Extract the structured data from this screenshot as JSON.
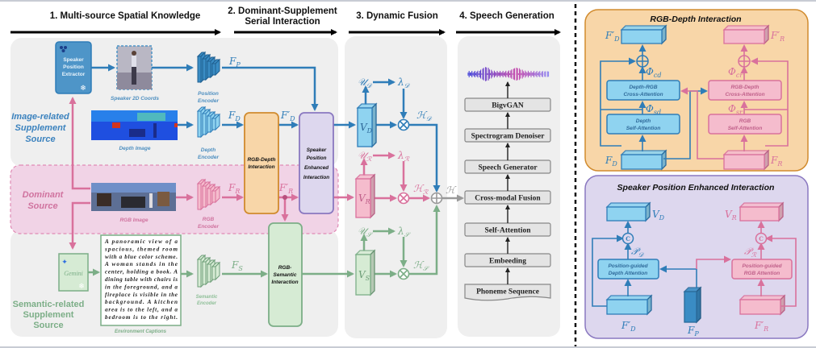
{
  "stages": {
    "s1": "1. Multi-source Spatial Knowledge",
    "s2_line1": "2. Dominant-Supplement",
    "s2_line2": "Serial Interaction",
    "s3": "3. Dynamic Fusion",
    "s4": "4. Speech Generation"
  },
  "sources": {
    "image_l1": "Image-related",
    "image_l2": "Supplement",
    "image_l3": "Source",
    "dominant_l1": "Dominant",
    "dominant_l2": "Source",
    "semantic_l1": "Semantic-related",
    "semantic_l2": "Supplement",
    "semantic_l3": "Source"
  },
  "inputs": {
    "extractor_l1": "Speaker",
    "extractor_l2": "Position",
    "extractor_l3": "Extractor",
    "speaker_coords": "Speaker 2D Coords",
    "depth_image": "Depth Image",
    "rgb_image": "RGB Image",
    "gemini": "Gemini",
    "env_captions": "Environment Captions",
    "caption_lines": [
      "A panoramic view of a",
      "spacious, themed room",
      "with a blue color scheme.",
      "A woman stands in the",
      "center, holding a book. A",
      "dining table with chairs is",
      "in the foreground, and a",
      "fireplace is visible in the",
      "background. A kitchen",
      "area is to the left, and a",
      "bedroom is to the right."
    ]
  },
  "encoders": {
    "position_l1": "Position",
    "position_l2": "Encoder",
    "depth_l1": "Depth",
    "depth_l2": "Encoder",
    "rgb_l1": "RGB",
    "rgb_l2": "Encoder",
    "semantic_l1": "Semantic",
    "semantic_l2": "Encoder"
  },
  "interactions": {
    "rgb_depth_l1": "RGB-Depth",
    "rgb_depth_l2": "Interaction",
    "spe_l1": "Speaker",
    "spe_l2": "Position",
    "spe_l3": "Enhanced",
    "spe_l4": "Interaction",
    "rgb_sem_l1": "RGB-",
    "rgb_sem_l2": "Semantic",
    "rgb_sem_l3": "Interaction"
  },
  "labels": {
    "FP": {
      "base": "F",
      "sub": "P"
    },
    "FD": {
      "base": "F",
      "sub": "D"
    },
    "FDp": {
      "base": "F′",
      "sub": "D"
    },
    "FR": {
      "base": "F",
      "sub": "R"
    },
    "FRp": {
      "base": "F′",
      "sub": "R"
    },
    "FS": {
      "base": "F",
      "sub": "S"
    },
    "VD": {
      "base": "V",
      "sub": "D"
    },
    "VR": {
      "base": "V",
      "sub": "R"
    },
    "VS": {
      "base": "V",
      "sub": "S"
    },
    "UD": {
      "base": "𝒰",
      "sub": "𝒟"
    },
    "UR": {
      "base": "𝒰",
      "sub": "ℛ"
    },
    "US": {
      "base": "𝒰",
      "sub": "𝒮"
    },
    "LD": {
      "base": "λ",
      "sub": "𝒟"
    },
    "LR": {
      "base": "λ",
      "sub": "ℛ"
    },
    "LS": {
      "base": "λ",
      "sub": "𝒮"
    },
    "HD": {
      "base": "ℋ",
      "sub": "𝒟"
    },
    "HR": {
      "base": "ℋ",
      "sub": "ℛ"
    },
    "HS": {
      "base": "ℋ",
      "sub": "𝒮"
    },
    "H": "ℋ",
    "Pcd": {
      "base": "Φ",
      "sub": "cd"
    },
    "Psd": {
      "base": "Φ",
      "sub": "sd"
    },
    "Pcr": {
      "base": "Φ",
      "sub": "cr"
    },
    "Psr": {
      "base": "Φ",
      "sub": "sr"
    },
    "PD": {
      "base": "𝒫",
      "sub": "𝒟"
    },
    "PR": {
      "base": "𝒫",
      "sub": "ℛ"
    },
    "concat": "C"
  },
  "speech_pipeline": [
    "BigvGAN",
    "Spectrogram Denoiser",
    "Speech Generator",
    "Cross-modal Fusion",
    "Self-Attention",
    "Embeeding",
    "Phoneme Sequence"
  ],
  "rgb_depth_detail": {
    "title": "RGB-Depth Interaction",
    "depth_cross_l1": "Depth-RGB",
    "depth_cross_l2": "Cross-Attention",
    "depth_self_l1": "Depth",
    "depth_self_l2": "Self-Attention",
    "rgb_cross_l1": "RGB-Depth",
    "rgb_cross_l2": "Cross-Attention",
    "rgb_self_l1": "RGB",
    "rgb_self_l2": "Self-Attention"
  },
  "spe_detail": {
    "title": "Speaker Position Enhanced Interaction",
    "depth_att_l1": "Position-guided",
    "depth_att_l2": "Depth Attention",
    "rgb_att_l1": "Position-guided",
    "rgb_att_l2": "RGB Attention"
  },
  "colors": {
    "depth_blue": "#2f7db8",
    "depth_fill": "#8fd3f0",
    "rgb_pink": "#d9719c",
    "rgb_fill": "#f5bccd",
    "semantic_green": "#7cae87",
    "semantic_fill": "#d6ebd4",
    "orange_fill": "#f8d6a8",
    "orange_border": "#d18b2e",
    "purple_fill": "#ddd7ee",
    "purple_border": "#8a78c0"
  }
}
